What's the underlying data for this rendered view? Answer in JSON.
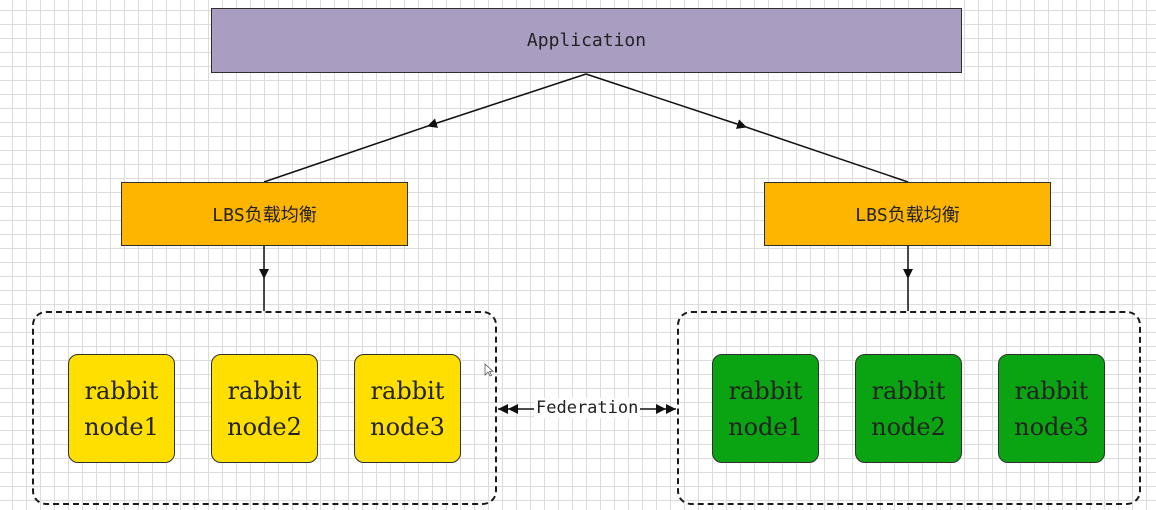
{
  "application": {
    "label": "Application"
  },
  "load_balancers": [
    {
      "label": "LBS负载均衡"
    },
    {
      "label": "LBS负载均衡"
    }
  ],
  "clusters": [
    {
      "nodes": [
        {
          "line1": "rabbit",
          "line2": "node1"
        },
        {
          "line1": "rabbit",
          "line2": "node2"
        },
        {
          "line1": "rabbit",
          "line2": "node3"
        }
      ],
      "color": "#fedf00"
    },
    {
      "nodes": [
        {
          "line1": "rabbit",
          "line2": "node1"
        },
        {
          "line1": "rabbit",
          "line2": "node2"
        },
        {
          "line1": "rabbit",
          "line2": "node3"
        }
      ],
      "color": "#0aa312"
    }
  ],
  "federation": {
    "label": "Federation"
  },
  "colors": {
    "application": "#a99ec2",
    "load_balancer": "#fdb500",
    "left_cluster_nodes": "#fedf00",
    "right_cluster_nodes": "#0aa312",
    "grid": "#dcdcdc"
  }
}
